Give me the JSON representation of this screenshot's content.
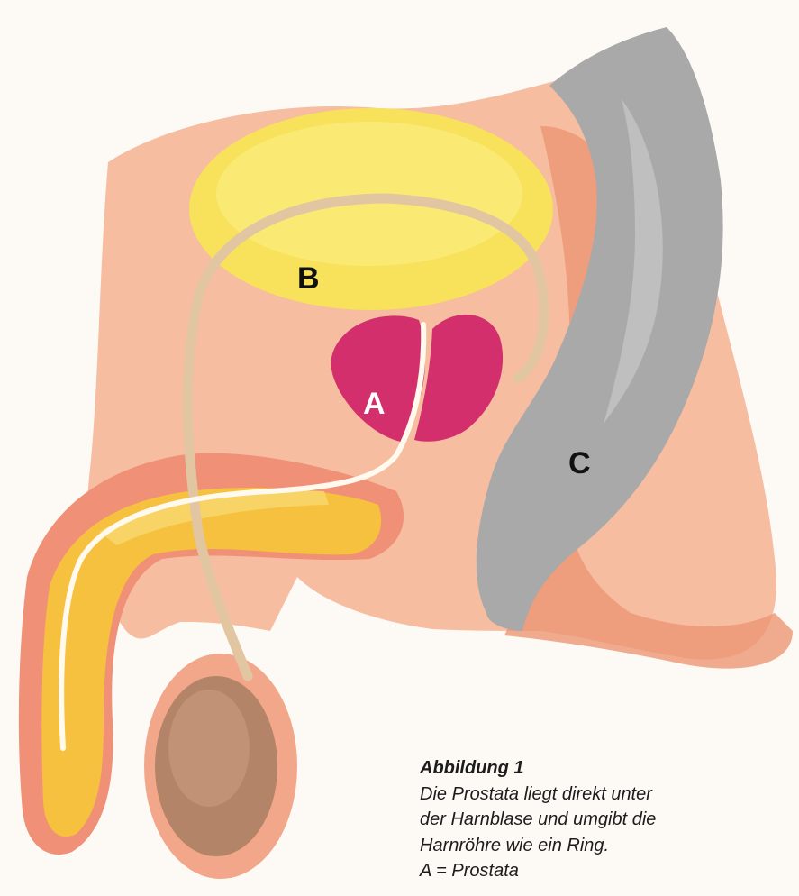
{
  "labels": {
    "a": "A",
    "b": "B",
    "c": "C"
  },
  "caption": {
    "title": "Abbildung 1",
    "lines": [
      "Die Prostata liegt direkt unter",
      "der Harnblase und umgibt die",
      "Harnröhre wie ein Ring.",
      "A = Prostata"
    ]
  },
  "colors": {
    "background": "#fdfaf6",
    "tissue": "#f3a888",
    "tissue_dark": "#e98a6b",
    "bladder": "#f9e45a",
    "prostate": "#d6336f",
    "rectum": "#a8a8a8",
    "urethra": "#e7c9a3",
    "testis": "#b8876d",
    "penis_body": "#f6c640"
  }
}
